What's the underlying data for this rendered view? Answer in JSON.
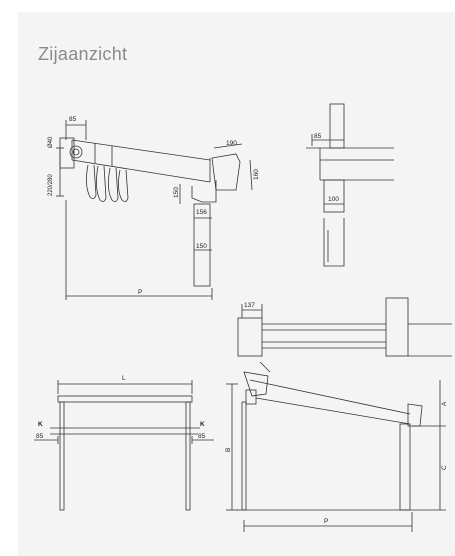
{
  "page": {
    "title": "Zijaanzicht"
  },
  "view1": {
    "dim_85": "85",
    "dim_640": "Ø40",
    "dim_220": "220/280",
    "dim_190": "190",
    "dim_160": "160",
    "dim_150a": "150",
    "dim_156": "156",
    "dim_150b": "150",
    "dim_p": "P"
  },
  "view2": {
    "dim_85": "85",
    "dim_100": "100"
  },
  "view3": {
    "dim_137": "137"
  },
  "view4": {
    "dim_l": "L",
    "dim_k_left": "K",
    "dim_k_right": "K",
    "dim_85_left": "85",
    "dim_85_right": "85"
  },
  "view5": {
    "dim_a": "A",
    "dim_b": "B",
    "dim_c": "C",
    "dim_p": "P"
  }
}
